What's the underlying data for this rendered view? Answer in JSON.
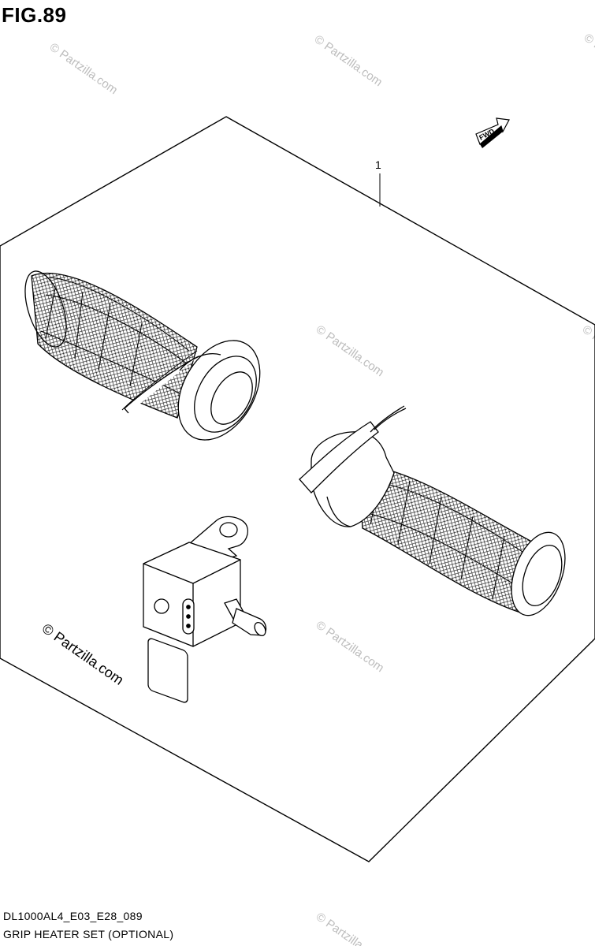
{
  "figure": {
    "title": "FIG.89"
  },
  "callouts": [
    {
      "label": "1"
    }
  ],
  "fwd_arrow": {
    "label": "FWD"
  },
  "watermark": {
    "text": "© Partzilla.com"
  },
  "footer": {
    "code": "DL1000AL4_E03_E28_089",
    "caption": "GRIP HEATER SET (OPTIONAL)"
  }
}
